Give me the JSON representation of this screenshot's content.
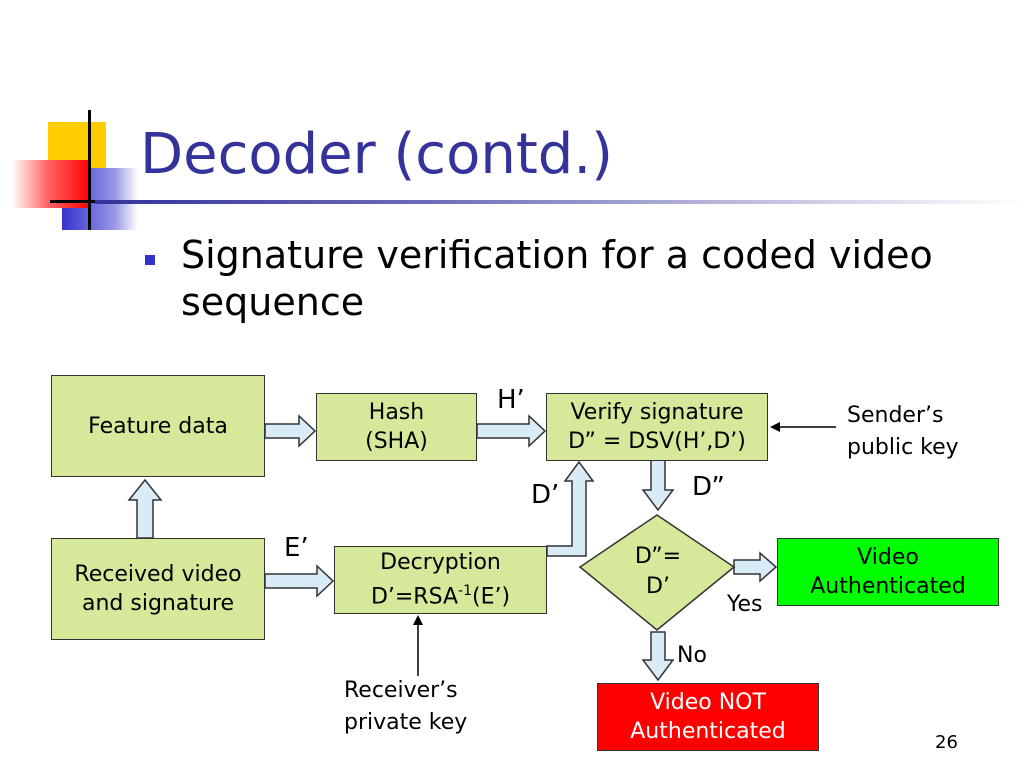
{
  "slide": {
    "title": "Decoder (contd.)",
    "bullet": "Signature verification for a coded video sequence",
    "page_number": "26"
  },
  "diagram": {
    "feature_data": "Feature data",
    "received": [
      "Received video",
      "and signature"
    ],
    "hash": [
      "Hash",
      "(SHA)"
    ],
    "verify": [
      "Verify signature",
      "D” = DSV(H’,D’)"
    ],
    "decryption": {
      "line1": "Decryption",
      "line2_prefix": "D’=RSA",
      "line2_sup": "-1",
      "line2_suffix": "(E’)"
    },
    "decision": [
      "D”=",
      "D’"
    ],
    "authenticated": [
      "Video",
      "Authenticated"
    ],
    "not_authenticated": [
      "Video NOT",
      "Authenticated"
    ],
    "labels": {
      "h_prime": "H’",
      "d_prime": "D’",
      "d_double": "D”",
      "e_prime": "E’",
      "yes": "Yes",
      "no": "No"
    },
    "senders_key": [
      "Sender’s",
      "public key"
    ],
    "receivers_key": [
      "Receiver’s",
      "private key"
    ]
  },
  "colors": {
    "title": "#33339b",
    "box_green": "#d6e89a",
    "auth_green": "#00ff00",
    "not_auth_red": "#ff0000",
    "arrow_fill": "#d9ebf7"
  }
}
